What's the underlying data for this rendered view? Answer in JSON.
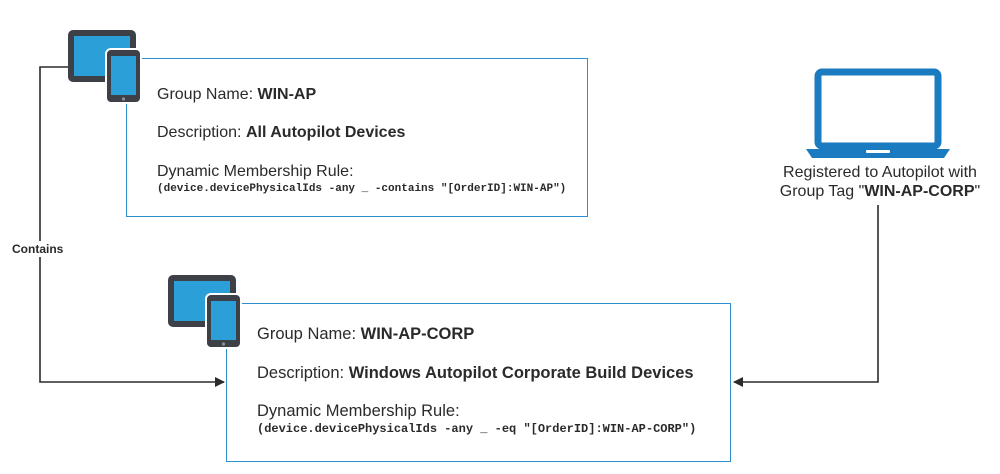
{
  "group1": {
    "name_label": "Group Name:",
    "name_value": "WIN-AP",
    "description_label": "Description:",
    "description_value": "All Autopilot Devices",
    "rule_label": "Dynamic Membership Rule:",
    "rule_value": "(device.devicePhysicalIds -any _ -contains \"[OrderID]:WIN-AP\")"
  },
  "group2": {
    "name_label": "Group Name:",
    "name_value": "WIN-AP-CORP",
    "description_label": "Description:",
    "description_value": "Windows Autopilot Corporate Build Devices",
    "rule_label": "Dynamic Membership Rule:",
    "rule_value": "(device.devicePhysicalIds -any _ -eq \"[OrderID]:WIN-AP-CORP\")"
  },
  "registration": {
    "line1": "Registered to Autopilot with",
    "line2_prefix": "Group Tag \"",
    "tag_value": "WIN-AP-CORP",
    "line2_suffix": "\""
  },
  "edge_label": "Contains",
  "icons": [
    "tablet-phone-icon",
    "laptop-icon"
  ],
  "colors": {
    "box_border": "#2c8fce",
    "laptop": "#1a7bc1",
    "screen": "#2a9fd8",
    "device_body": "#3d4047",
    "connector": "#2b2b2b"
  }
}
